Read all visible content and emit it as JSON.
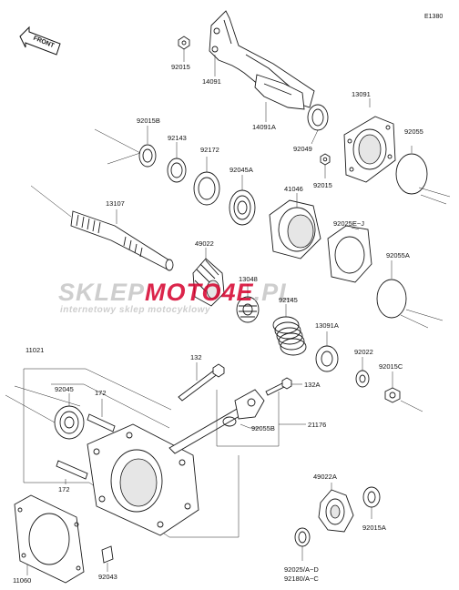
{
  "diagram_code": "E1380",
  "front_label": "FRONT",
  "watermark": {
    "brand": "SKLEPMOTO4E.PL",
    "tagline": "internetowy sklep motocyklowy",
    "color": "#d5002c"
  },
  "part_labels": {
    "p92015_top": "92015",
    "p14091": "14091",
    "p14091A": "14091A",
    "p13091": "13091",
    "p92055": "92055",
    "p92015B": "92015B",
    "p92143": "92143",
    "p92172": "92172",
    "p92049": "92049",
    "p92015_mid": "92015",
    "p92045A": "92045A",
    "p41046": "41046",
    "p92025EJ": "92025E~J",
    "p13107": "13107",
    "p49022": "49022",
    "p92055A": "92055A",
    "p13048": "13048",
    "p92145": "92145",
    "p13091A": "13091A",
    "p11021": "11021",
    "p132": "132",
    "p92022": "92022",
    "p92015C": "92015C",
    "p92045": "92045",
    "p172_top": "172",
    "p132A": "132A",
    "p92055B": "92055B",
    "p21176": "21176",
    "p172_bot": "172",
    "p49022A": "49022A",
    "p92015A": "92015A",
    "p11060": "11060",
    "p92043": "92043",
    "p92025AD": "92025/A~D",
    "p92180AC": "92180/A~C"
  }
}
